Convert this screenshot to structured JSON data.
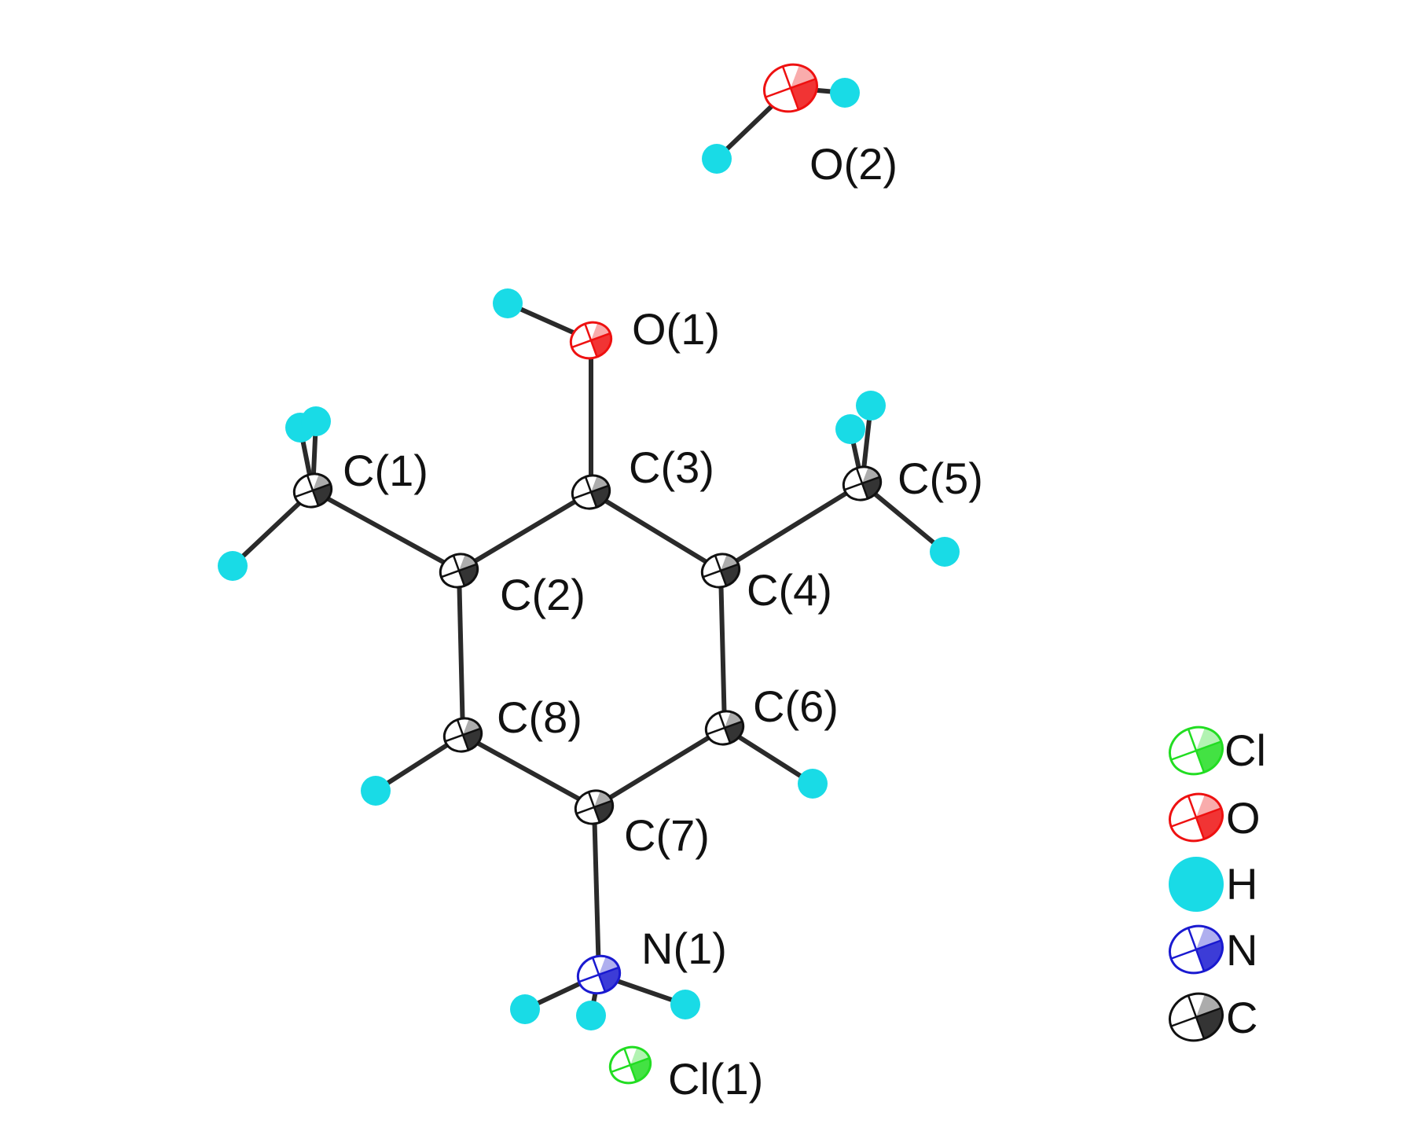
{
  "colors": {
    "C": "#111111",
    "O": "#ee1111",
    "N": "#1a1ad0",
    "Cl": "#22dd22",
    "H": "#19dbe6",
    "bond": "#2a2a2a"
  },
  "atoms": {
    "O1": {
      "label": "O(1)",
      "element": "O"
    },
    "O2": {
      "label": "O(2)",
      "element": "O"
    },
    "C1": {
      "label": "C(1)",
      "element": "C"
    },
    "C2": {
      "label": "C(2)",
      "element": "C"
    },
    "C3": {
      "label": "C(3)",
      "element": "C"
    },
    "C4": {
      "label": "C(4)",
      "element": "C"
    },
    "C5": {
      "label": "C(5)",
      "element": "C"
    },
    "C6": {
      "label": "C(6)",
      "element": "C"
    },
    "C7": {
      "label": "C(7)",
      "element": "C"
    },
    "C8": {
      "label": "C(8)",
      "element": "C"
    },
    "N1": {
      "label": "N(1)",
      "element": "N"
    },
    "Cl1": {
      "label": "Cl(1)",
      "element": "Cl"
    }
  },
  "bonds": [
    [
      "C1",
      "C2"
    ],
    [
      "C2",
      "C3"
    ],
    [
      "C3",
      "C4"
    ],
    [
      "C4",
      "C5"
    ],
    [
      "C3",
      "O1"
    ],
    [
      "C2",
      "C8"
    ],
    [
      "C8",
      "C7"
    ],
    [
      "C7",
      "C6"
    ],
    [
      "C6",
      "C4"
    ],
    [
      "C7",
      "N1"
    ],
    [
      "O2",
      "H_O2a"
    ],
    [
      "O2",
      "H_O2b"
    ],
    [
      "O1",
      "H_O1"
    ],
    [
      "C1",
      "H_C1a"
    ],
    [
      "C1",
      "H_C1b"
    ],
    [
      "C1",
      "H_C1c"
    ],
    [
      "C5",
      "H_C5a"
    ],
    [
      "C5",
      "H_C5b"
    ],
    [
      "C5",
      "H_C5c"
    ],
    [
      "C8",
      "H_C8"
    ],
    [
      "C6",
      "H_C6"
    ],
    [
      "N1",
      "H_N1a"
    ],
    [
      "N1",
      "H_N1b"
    ],
    [
      "N1",
      "H_N1c"
    ]
  ],
  "legend": [
    {
      "element": "Cl",
      "label": "Cl"
    },
    {
      "element": "O",
      "label": "O"
    },
    {
      "element": "H",
      "label": "H"
    },
    {
      "element": "N",
      "label": "N"
    },
    {
      "element": "C",
      "label": "C"
    }
  ]
}
